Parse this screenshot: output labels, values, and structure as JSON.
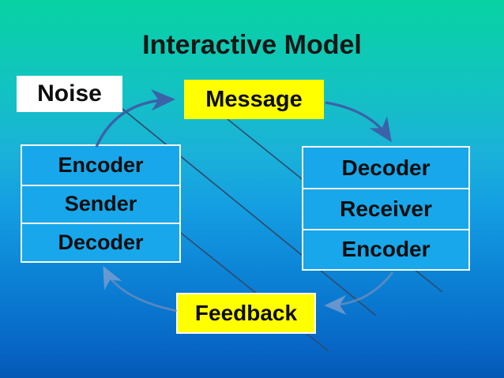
{
  "title": "Interactive Model",
  "labels": {
    "noise": "Noise",
    "message": "Message",
    "feedback": "Feedback"
  },
  "sender_stack": {
    "rows": [
      "Encoder",
      "Sender",
      "Decoder"
    ]
  },
  "receiver_stack": {
    "rows": [
      "Decoder",
      "Receiver",
      "Encoder"
    ]
  },
  "arrows": [
    {
      "name": "sender-to-message",
      "from": "Sender stack",
      "to": "Message",
      "style": "solid steel-blue curve"
    },
    {
      "name": "message-to-receiver",
      "from": "Message",
      "to": "Receiver stack",
      "style": "solid steel-blue curve"
    },
    {
      "name": "receiver-to-feedback",
      "from": "Receiver stack",
      "to": "Feedback",
      "style": "faded steel curve"
    },
    {
      "name": "feedback-to-sender",
      "from": "Feedback",
      "to": "Sender stack",
      "style": "faded steel curve"
    }
  ],
  "noise_lines_count": 3,
  "colors": {
    "background_top": "#07d2a2",
    "background_bottom": "#0459b4",
    "box_blue": "#17a7ea",
    "highlight_yellow": "#ffff00",
    "noise_box_white": "#ffffff",
    "arrow_primary": "#3e5ca6",
    "arrow_faded": "#8a9bc6",
    "noise_line": "#2f4d6e",
    "text": "#0d0d0d"
  }
}
